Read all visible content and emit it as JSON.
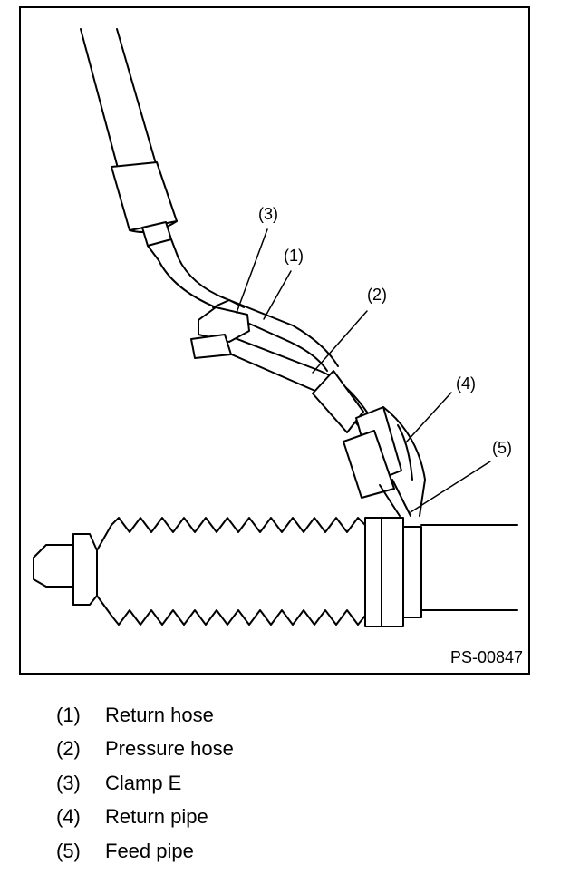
{
  "figure": {
    "id": "PS-00847",
    "callouts": [
      "(1)",
      "(2)",
      "(3)",
      "(4)",
      "(5)"
    ]
  },
  "legend": [
    {
      "num": "(1)",
      "label": "Return hose"
    },
    {
      "num": "(2)",
      "label": "Pressure hose"
    },
    {
      "num": "(3)",
      "label": "Clamp E"
    },
    {
      "num": "(4)",
      "label": "Return pipe"
    },
    {
      "num": "(5)",
      "label": "Feed pipe"
    }
  ]
}
